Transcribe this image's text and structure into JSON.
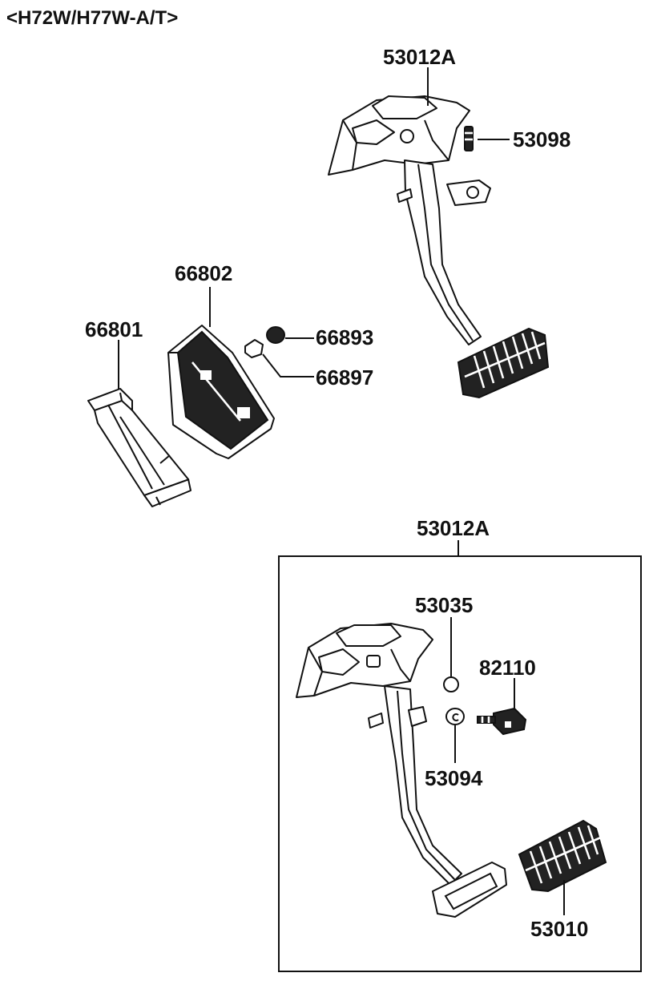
{
  "title": "<H72W/H77W-A/T>",
  "labels": {
    "p53012a_top": "53012A",
    "p53098": "53098",
    "p66802": "66802",
    "p66801": "66801",
    "p66893": "66893",
    "p66897": "66897",
    "p53012a_box": "53012A",
    "p53035": "53035",
    "p82110": "82110",
    "p53094": "53094",
    "p53010": "53010"
  }
}
